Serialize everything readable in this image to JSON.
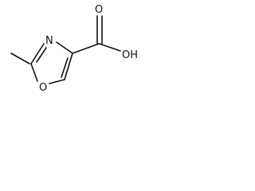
{
  "molecule": {
    "atoms": {
      "nitrogen": "N",
      "ring_oxygen": "O",
      "carbonyl_oxygen": "O",
      "hydroxyl": "OH"
    },
    "colors": {
      "ink": "#111111",
      "background": "#ffffff"
    }
  }
}
